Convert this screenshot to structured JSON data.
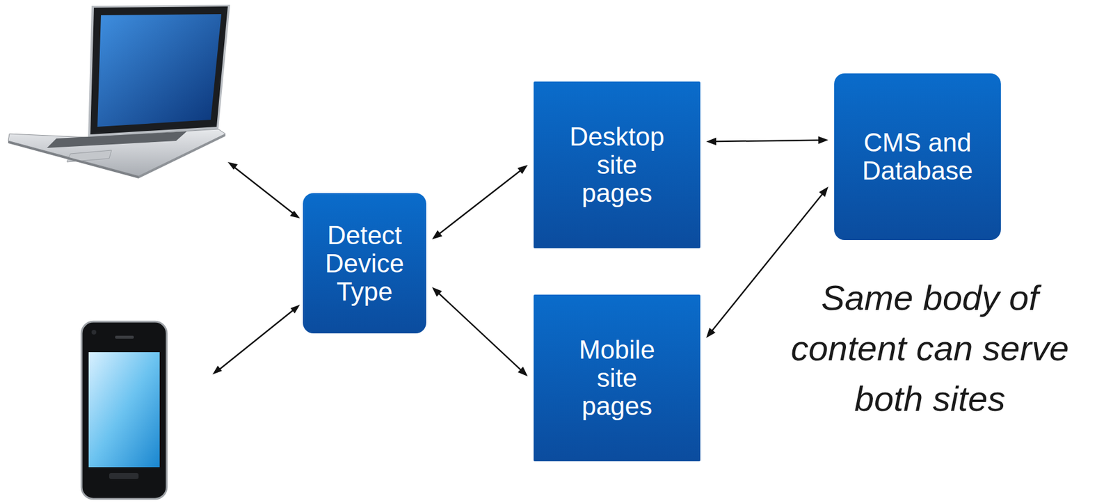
{
  "diagram": {
    "nodes": [
      {
        "text": [
          "Detect Device Type"
        ]
      },
      {
        "text": [
          "Desktop site pages"
        ]
      },
      {
        "text": [
          "Mobile site pages"
        ]
      },
      {
        "text": [
          "CMS and Database"
        ]
      }
    ],
    "edges": [
      {
        "from": 0,
        "to": 1,
        "arrow": "both"
      },
      {
        "from": 0,
        "to": 2,
        "arrow": "both"
      },
      {
        "from": 1,
        "to": 3,
        "arrow": "both"
      },
      {
        "from": 2,
        "to": 3,
        "arrow": "both"
      }
    ],
    "labels": [
      "Same body of content can serve both sites"
    ]
  }
}
